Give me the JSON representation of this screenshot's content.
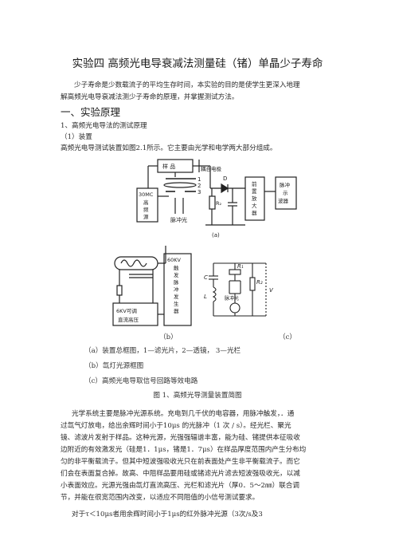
{
  "doc": {
    "title": "实验四  高频光电导衰减法测量硅（锗）单晶少子寿命",
    "intro_1": "少子寿命是少数载流子的平均生存时间，本实验的目的是使学生更深入地理",
    "intro_2": "解高频光电导衰减法测少子寿命的原理，并掌握测试方法。",
    "section_1": "一、实验原理",
    "sub_1": "1、高频光电导法的测试原理",
    "sub_1_1": "（1）装置",
    "para_1": "高频光电导测试装置如图2.1所示。它主要由光学和电学两大部分组成。",
    "fig_a": {
      "sample": "样 品",
      "coupling": "耦合电极",
      "n1": "1",
      "n2": "2",
      "n3": "3",
      "osc": [
        "30MC",
        "高",
        "频",
        "源"
      ],
      "pulse_light": "脉冲光",
      "d": "D",
      "r2": "R₂",
      "preamp": [
        "前",
        "置",
        "放",
        "大",
        "器"
      ],
      "scope": [
        "脉冲",
        "示",
        "波器"
      ],
      "label": "(a)"
    },
    "fig_b": {
      "trigger": [
        "60KV",
        "触",
        "发",
        "脉",
        "冲",
        "发",
        "生",
        "器"
      ],
      "psu": [
        "6KV可调",
        "直流高压"
      ],
      "label": "（b）"
    },
    "fig_c": {
      "c": "C",
      "l": "L",
      "r1": "R₁",
      "r2": "R₂",
      "v": "V",
      "pulse_light": "脉冲光",
      "label": "（c）"
    },
    "legend_a": "（a）装置总框图，1—滤光片，2—透镜， 3—光栏",
    "legend_b": "（b）氙灯光源框图",
    "legend_c": "（c）高频光电导取信号回路等效电路",
    "fig_caption": "图 1、高频光导测量装置简图",
    "para_2": [
      "光学系统主要是脉冲光源系统。充电到几千伏的电容器，用脉冲触发，．通",
      "过氙气灯放电，给出余辉时间小于10μs 的光脉冲（1 次 / s）。经光栏、聚光",
      "镜、滤波片发射于样品。这种光源，光强强辐谱丰富，能为硅、锗提供本征吸收",
      "边附近的有效激发光（硅是1．1μs，锗是1．7μs）在样品厚度范围内产生分布均",
      "匀的非平衡载流子。但其中短波强吸收光只在前表面处产生非平衡载流子。而它",
      "们会在表面复合掉。故高、中阻样品要用硅或锗滤光片滤去短波强吸收光，以减",
      "小表面效应。光源光强由氙灯直流高压、光栏和滤光片（厚0．5～2㎜）联合调",
      "节，并能在很宽范围内改变，以适应不同阻值的小信号测试要求。"
    ],
    "para_3": "对于τ＜10μs者用余辉时间小于1μs的红外脉冲光源（3次/s及3"
  }
}
